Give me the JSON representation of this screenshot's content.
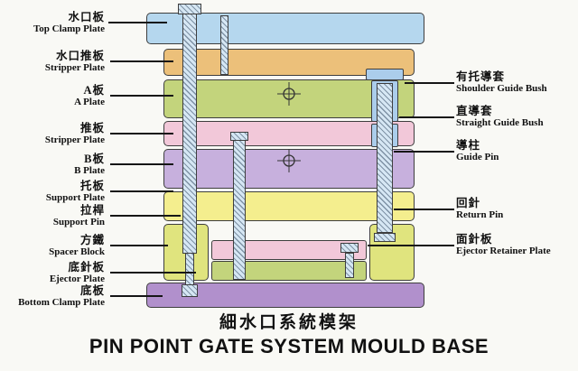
{
  "title": {
    "cn": "細水口系統模架",
    "en": "PIN POINT GATE SYSTEM MOULD BASE"
  },
  "left_labels": [
    {
      "cn": "水口板",
      "en": "Top Clamp Plate"
    },
    {
      "cn": "水口推板",
      "en": "Stripper Plate"
    },
    {
      "cn": "A板",
      "en": "A Plate"
    },
    {
      "cn": "推板",
      "en": "Stripper Plate"
    },
    {
      "cn": "B板",
      "en": "B Plate"
    },
    {
      "cn": "托板",
      "en": "Support Plate"
    },
    {
      "cn": "拉桿",
      "en": "Support Pin"
    },
    {
      "cn": "方鐵",
      "en": "Spacer Block"
    },
    {
      "cn": "底針板",
      "en": "Ejector Plate"
    },
    {
      "cn": "底板",
      "en": "Bottom Clamp Plate"
    }
  ],
  "right_labels": [
    {
      "cn": "有托導套",
      "en": "Shoulder Guide Bush"
    },
    {
      "cn": "直導套",
      "en": "Straight Guide Bush"
    },
    {
      "cn": "導柱",
      "en": "Guide Pin"
    },
    {
      "cn": "回針",
      "en": "Return Pin"
    },
    {
      "cn": "面針板",
      "en": "Ejector Retainer Plate"
    }
  ],
  "colors": {
    "top_clamp_plate": "#b5d7ee",
    "stripper_plate_upper": "#ecc07a",
    "a_plate": "#c3d47c",
    "stripper_plate_mid": "#f2c8d9",
    "b_plate": "#c7b0dd",
    "support_plate": "#f4ee8e",
    "spacer_block": "#e0e47e",
    "ejector_retainer_plate": "#f2c8d9",
    "ejector_plate": "#c3d47c",
    "bottom_clamp_plate": "#b190cc",
    "guide_bush": "#abcdeb",
    "pin_fill": "#d6e7f4",
    "outline": "#3e3e3e"
  }
}
